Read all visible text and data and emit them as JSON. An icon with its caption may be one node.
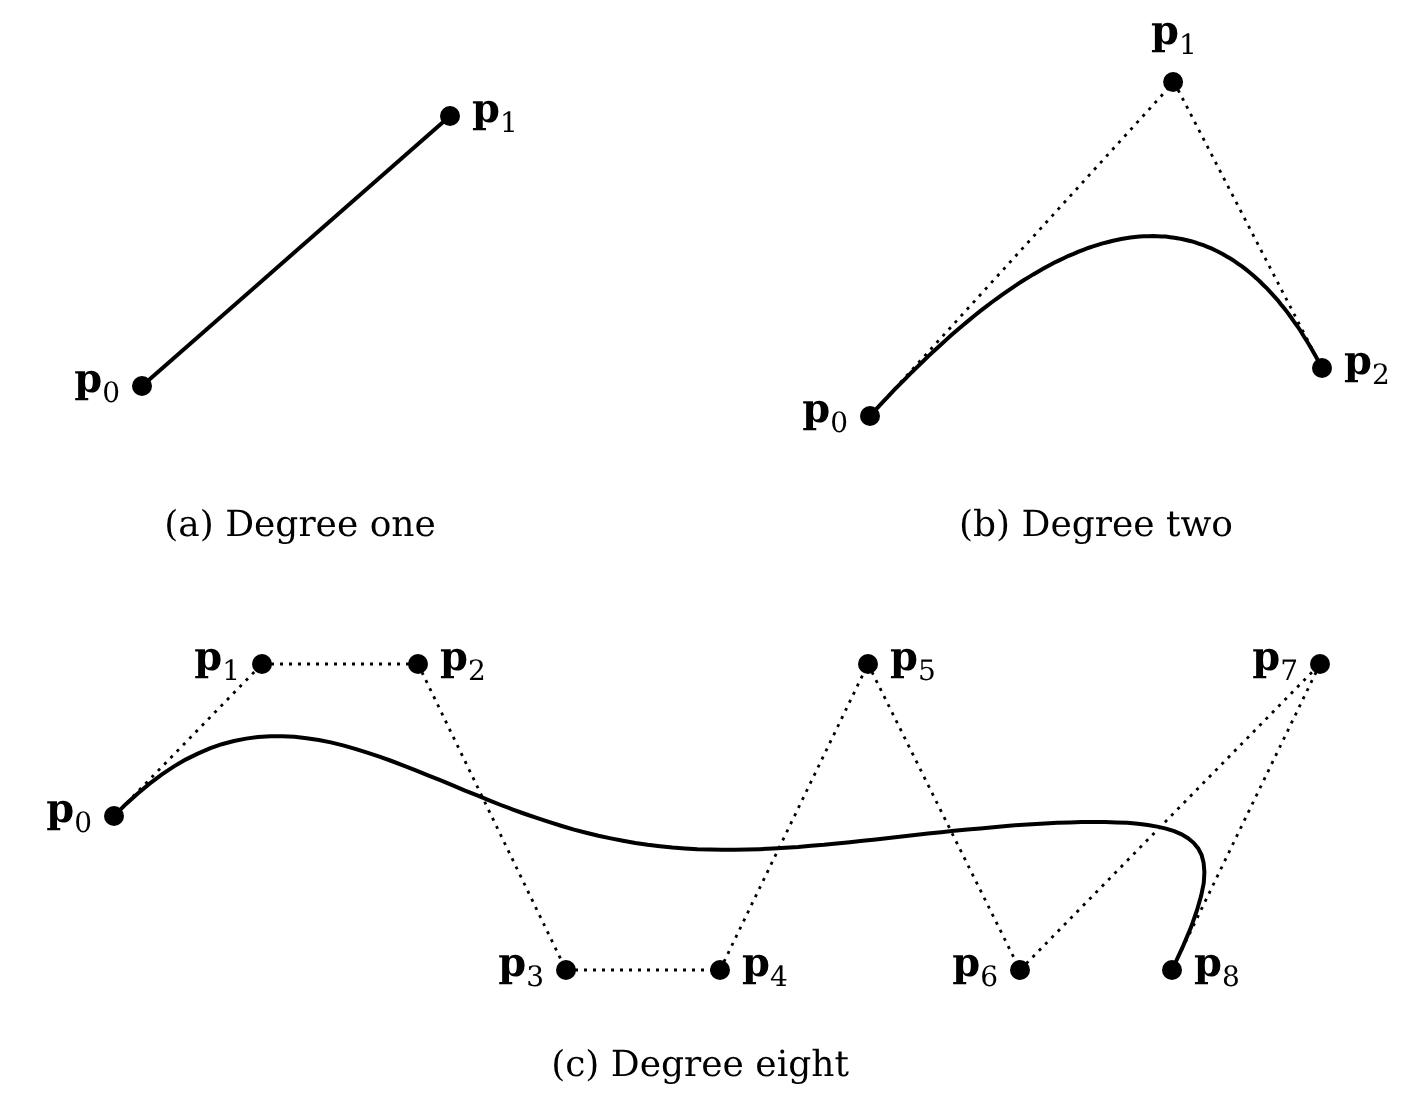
{
  "diagram": {
    "nodes": [
      {
        "text": [
          "**p**$_{0}$"
        ]
      },
      {
        "text": [
          "**p**$_{1}$"
        ]
      },
      {
        "text": [
          "**p**$_{0}$"
        ]
      },
      {
        "text": [
          "**p**$_{1}$"
        ]
      },
      {
        "text": [
          "**p**$_{2}$"
        ]
      },
      {
        "text": [
          "**p**$_{0}$"
        ]
      },
      {
        "text": [
          "**p**$_{1}$"
        ]
      },
      {
        "text": [
          "**p**$_{2}$"
        ]
      },
      {
        "text": [
          "**p**$_{3}$"
        ]
      },
      {
        "text": [
          "**p**$_{4}$"
        ]
      },
      {
        "text": [
          "**p**$_{5}$"
        ]
      },
      {
        "text": [
          "**p**$_{6}$"
        ]
      },
      {
        "text": [
          "**p**$_{7}$"
        ]
      },
      {
        "text": [
          "**p**$_{8}$"
        ]
      }
    ],
    "edges": [
      {
        "from": 0,
        "to": 1,
        "arrow": "none"
      },
      {
        "from": 2,
        "to": 3,
        "arrow": "none",
        "style": "dashed"
      },
      {
        "from": 3,
        "to": 4,
        "arrow": "none",
        "style": "dashed"
      },
      {
        "from": 2,
        "to": 4,
        "arrow": "none"
      },
      {
        "from": 5,
        "to": 6,
        "arrow": "none",
        "style": "dashed"
      },
      {
        "from": 6,
        "to": 7,
        "arrow": "none",
        "style": "dashed"
      },
      {
        "from": 7,
        "to": 8,
        "arrow": "none",
        "style": "dashed"
      },
      {
        "from": 8,
        "to": 9,
        "arrow": "none",
        "style": "dashed"
      },
      {
        "from": 9,
        "to": 10,
        "arrow": "none",
        "style": "dashed"
      },
      {
        "from": 10,
        "to": 11,
        "arrow": "none",
        "style": "dashed"
      },
      {
        "from": 11,
        "to": 12,
        "arrow": "none",
        "style": "dashed"
      },
      {
        "from": 12,
        "to": 13,
        "arrow": "none",
        "style": "dashed"
      },
      {
        "from": 5,
        "to": 13,
        "arrow": "none"
      }
    ],
    "labels": [
      "(a) Degree one",
      "(b) Degree two",
      "(c) Degree eight"
    ]
  }
}
